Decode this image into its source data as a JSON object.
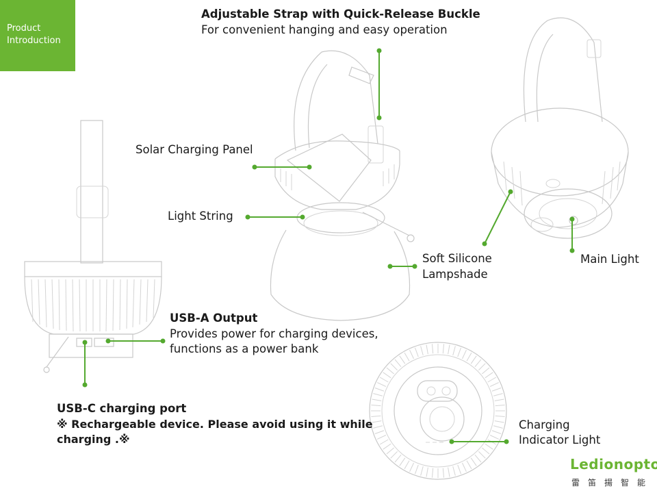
{
  "corner": {
    "line1": "Product",
    "line2": "Introduction"
  },
  "strap": {
    "title": "Adjustable Strap with Quick-Release Buckle",
    "desc": "For convenient hanging and easy operation"
  },
  "solar": {
    "label": "Solar Charging Panel"
  },
  "light_string": {
    "label": "Light String"
  },
  "lampshade": {
    "line1": "Soft Silicone",
    "line2": "Lampshade"
  },
  "main_light": {
    "label": "Main Light"
  },
  "usba": {
    "title": "USB-A Output",
    "line1": "Provides power for charging devices,",
    "line2": "functions as a power bank"
  },
  "usbc": {
    "title": "USB-C charging port",
    "line1": "※ Rechargeable device. Please avoid using it while",
    "line2": "charging .※"
  },
  "charging_indicator": {
    "line1": "Charging",
    "line2": "Indicator Light"
  },
  "logo": {
    "brand": "Ledionopto",
    "chinese": "雷笛揚智能"
  },
  "colors": {
    "accent": "#6bb533",
    "callout": "#54a92f"
  }
}
